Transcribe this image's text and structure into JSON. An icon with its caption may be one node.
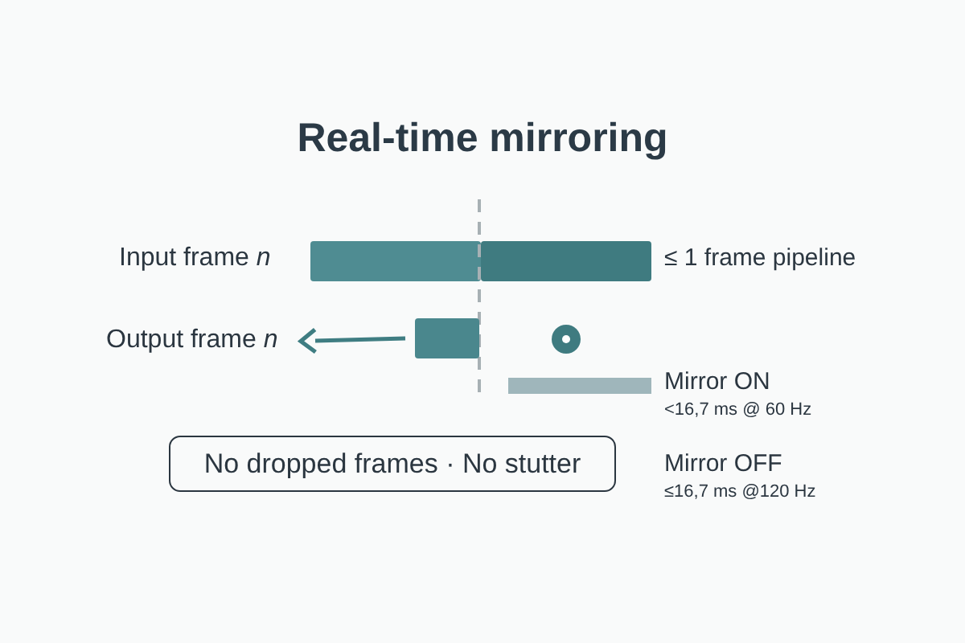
{
  "diagram": {
    "title": "Real-time mirroring",
    "nodes": [
      {
        "text": [
          "Output frame *n*"
        ]
      },
      {
        "text": [],
        "shape": "bar"
      },
      {
        "text": [
          "No dropped frames · No stutter"
        ]
      }
    ],
    "edges": [
      {
        "from": 1,
        "to": 0,
        "arrow": "to"
      }
    ],
    "labels": [
      "Input frame *n*",
      "≤ 1 frame pipeline",
      "Mirror ON",
      "<16,7 ms @ 60 Hz",
      "Mirror OFF",
      "≤16,7 ms @120 Hz"
    ]
  }
}
